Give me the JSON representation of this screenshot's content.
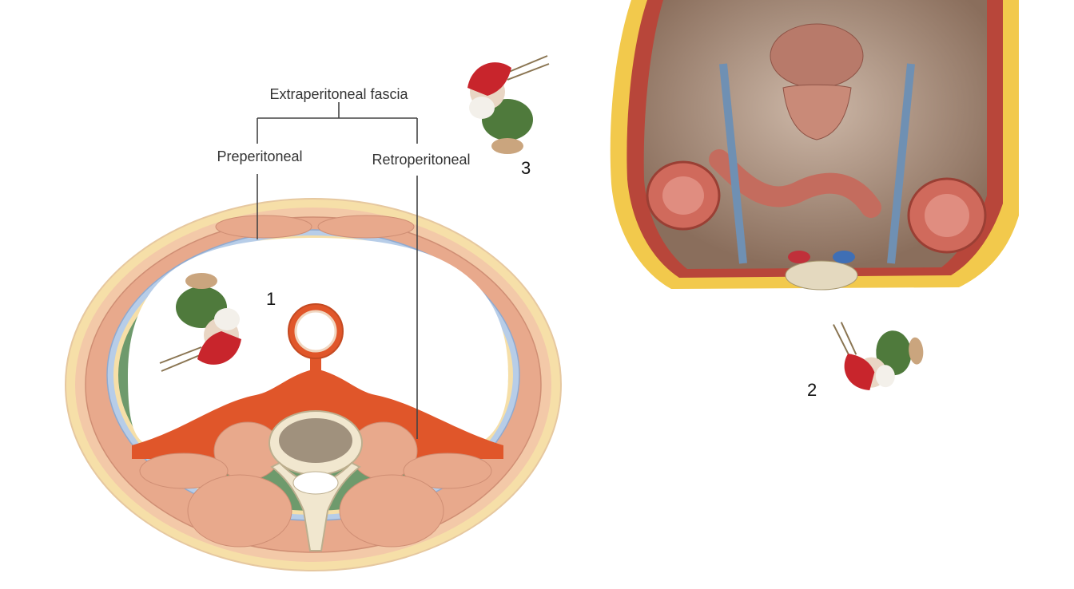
{
  "diagram": {
    "labels": {
      "extraperitoneal": "Extraperitoneal fascia",
      "preperitoneal": "Preperitoneal",
      "retroperitoneal": "Retroperitoneal"
    },
    "markers": [
      "1",
      "2",
      "3"
    ]
  },
  "colors": {
    "muscle": "#e8a98c",
    "fat": "#f6dfa8",
    "fascia_blue": "#b7cde8",
    "retroperitoneal_fill": "#e0562a",
    "bone": "#f1e7cf",
    "gnome_hat": "#c8252c",
    "gnome_coat": "#4f7a3c",
    "pelvis_bg": "#9a7f6a"
  },
  "icons": [
    "gnome-figure-icon",
    "pelvis-illustration"
  ]
}
